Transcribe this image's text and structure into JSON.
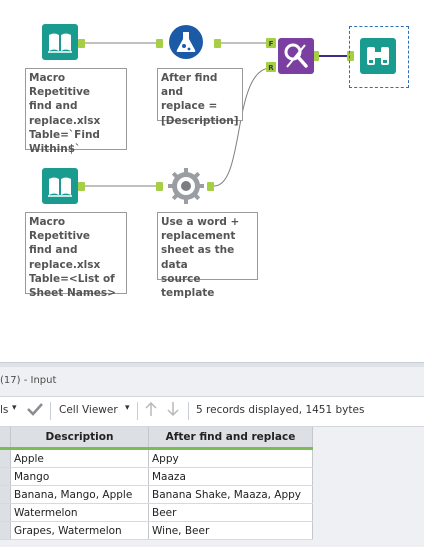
{
  "canvas": {
    "annotations": {
      "input1": "Macro Repetitive\nfind and\nreplace.xlsx\nTable=`Find\nWithin$`",
      "formula": "After find and\nreplace =\n[Description]",
      "input2": "Macro Repetitive\nfind and\nreplace.xlsx\nTable=<List of\nSheet Names>",
      "macro": "Use a word +\nreplacement\nsheet as the data\nsource template"
    },
    "anchors": {
      "find": "F",
      "replace": "R"
    }
  },
  "results": {
    "title": "(17) - Input",
    "toolbar": {
      "fields_fragment": "ls",
      "cell_viewer": "Cell Viewer",
      "status": "5 records displayed, 1451 bytes"
    },
    "columns": [
      "Description",
      "After find and replace"
    ],
    "rows": [
      [
        "Apple",
        "Appy"
      ],
      [
        "Mango",
        "Maaza"
      ],
      [
        "Banana, Mango, Apple",
        "Banana Shake, Maaza, Appy"
      ],
      [
        "Watermelon",
        "Beer"
      ],
      [
        "Grapes, Watermelon",
        "Wine, Beer"
      ]
    ]
  },
  "colors": {
    "input_tool": "#1a9b8f",
    "formula_tool": "#1b5aa6",
    "find_replace_tool": "#7a3fa0",
    "browse_tool": "#1a9b8f",
    "connector": "#a6cf45",
    "grid_header_accent": "#7dbb56"
  }
}
